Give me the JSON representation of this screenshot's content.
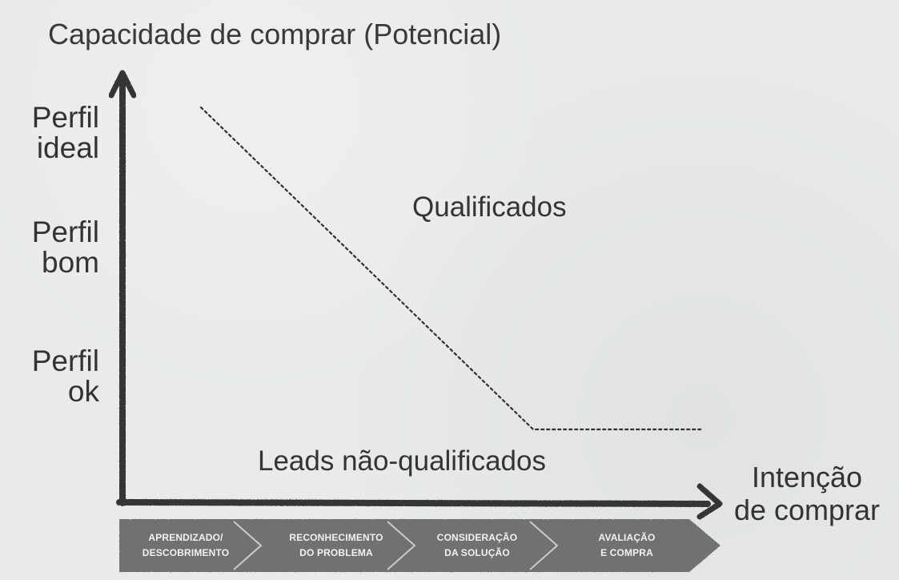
{
  "chart": {
    "title": "Capacidade de comprar (Potencial)",
    "y_levels": [
      {
        "line1": "Perfil",
        "line2": "ideal"
      },
      {
        "line1": "Perfil",
        "line2": "bom"
      },
      {
        "line1": "Perfil",
        "line2": "ok"
      }
    ],
    "regions": {
      "upper": "Qualificados",
      "lower": "Leads não-qualificados"
    },
    "x_axis": {
      "line1": "Intenção",
      "line2": "de comprar"
    },
    "stages": [
      {
        "line1": "APRENDIZADO/",
        "line2": "DESCOBRIMENTO"
      },
      {
        "line1": "RECONHECIMENTO",
        "line2": "DO PROBLEMA"
      },
      {
        "line1": "CONSIDERAÇÃO",
        "line2": "DA SOLUÇÃO"
      },
      {
        "line1": "AVALIAÇÃO",
        "line2": "E COMPRA"
      }
    ],
    "colors": {
      "background": "#e8ebe8",
      "axis": "#343434",
      "stage_fill": "#707170",
      "stage_text": "#f2f2f0"
    }
  }
}
